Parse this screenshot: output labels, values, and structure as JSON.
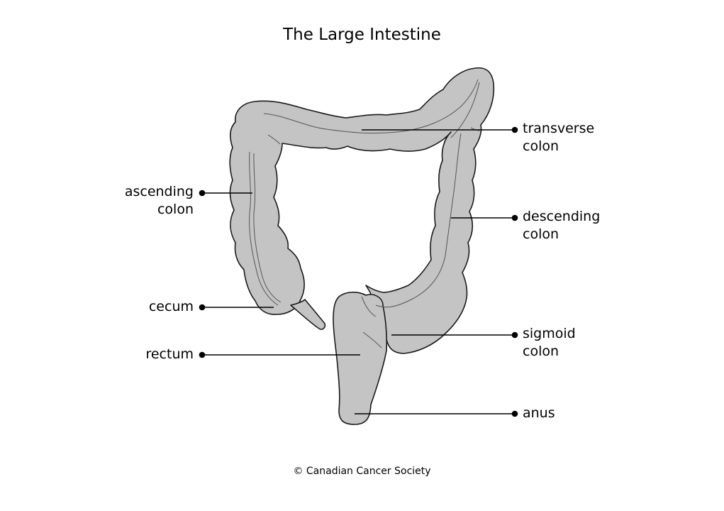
{
  "title": "The Large Intestine",
  "labels": {
    "transverse_colon": [
      "transverse",
      "colon"
    ],
    "ascending_colon": [
      "ascending",
      "colon"
    ],
    "descending_colon": [
      "descending",
      "colon"
    ],
    "cecum": [
      "cecum"
    ],
    "sigmoid_colon": [
      "sigmoid",
      "colon"
    ],
    "rectum": [
      "rectum"
    ],
    "anus": [
      "anus"
    ]
  },
  "credit": "© Canadian Cancer Society",
  "colors": {
    "organ_fill": "#c4c4c4",
    "outline": "#1a1a1a",
    "leader_line": "#000000"
  }
}
